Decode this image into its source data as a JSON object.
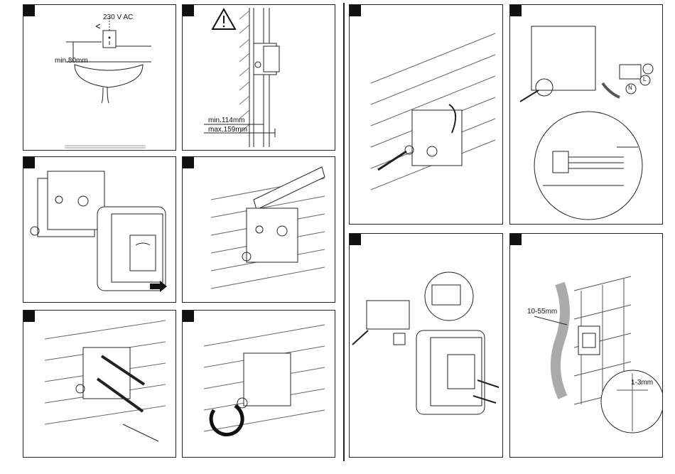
{
  "labels": {
    "voltage": "230 V AC",
    "min_80": "min.80mm",
    "min_114": "min.114mm",
    "max_159": "max.159mm",
    "range_10_55": "10-55mm",
    "range_1_3": "1-3mm",
    "terminal_n": "N",
    "terminal_l": "L"
  },
  "icons": {
    "warning": "warning-triangle-icon",
    "ground": "ground-icon"
  }
}
